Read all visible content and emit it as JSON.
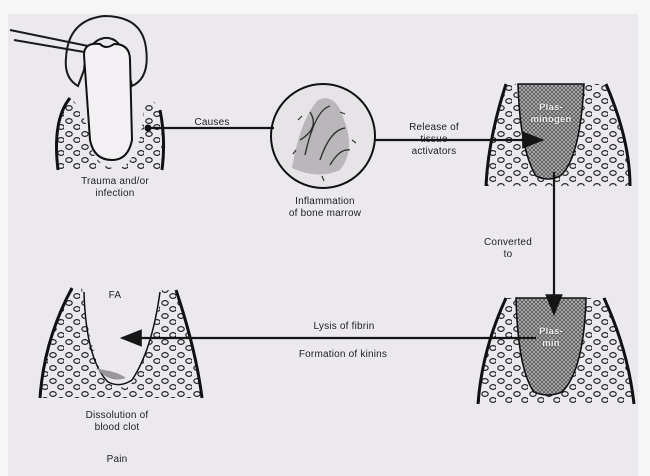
{
  "diagram": {
    "nodes": {
      "trauma": {
        "caption": "Trauma and/or\ninfection"
      },
      "inflammation": {
        "caption": "Inflammation\nof bone marrow"
      },
      "plasminogen": {
        "inner_label": "Plas-\nminogen"
      },
      "plasmin": {
        "inner_label": "Plas-\nmin"
      },
      "clot": {
        "top_label": "FA",
        "caption": "Dissolution of\nblood clot",
        "pain": "Pain"
      }
    },
    "edges": {
      "causes": "Causes",
      "release": "Release of\ntissue\nactivators",
      "converted": "Converted\nto",
      "lysis": "Lysis of fibrin",
      "kinins": "Formation of kinins"
    }
  }
}
